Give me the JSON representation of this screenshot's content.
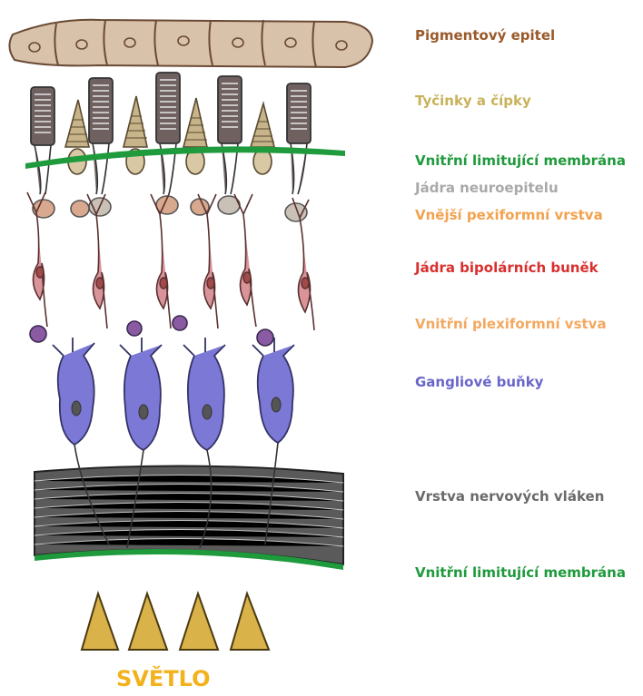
{
  "labels": {
    "pigment_epithelium": "Pigmentový epitel",
    "rods_and_cones": "Tyčinky a čípky",
    "inner_limiting_membrane_top": "Vnitřní limitující membrána",
    "neuroepithelium_nuclei": "Jádra neuroepitelu",
    "outer_plexiform_layer": "Vnější pexiformní vrstva",
    "bipolar_nuclei": "Jádra bipolárních buněk",
    "inner_plexiform_layer": "Vnitřní plexiformní vstva",
    "ganglion_cells": "Gangliové buňky",
    "nerve_fiber_layer": "Vrstva nervových vláken",
    "inner_limiting_membrane_bottom": "Vnitřní limitující membrána"
  },
  "light": "SVĚTLO",
  "colors": {
    "pigment_epithelium": "#9a5a2a",
    "rods_and_cones": "#c9b25a",
    "membrane": "#1f9a3c",
    "neuroepithelium_nuclei": "#a9a9a9",
    "outer_plexiform_layer": "#f2a24e",
    "bipolar_nuclei": "#d8302e",
    "inner_plexiform_layer": "#f3a860",
    "ganglion_cells": "#6a66c9",
    "nerve_fiber_layer": "#6a6a6a",
    "light": "#f2b21c"
  }
}
